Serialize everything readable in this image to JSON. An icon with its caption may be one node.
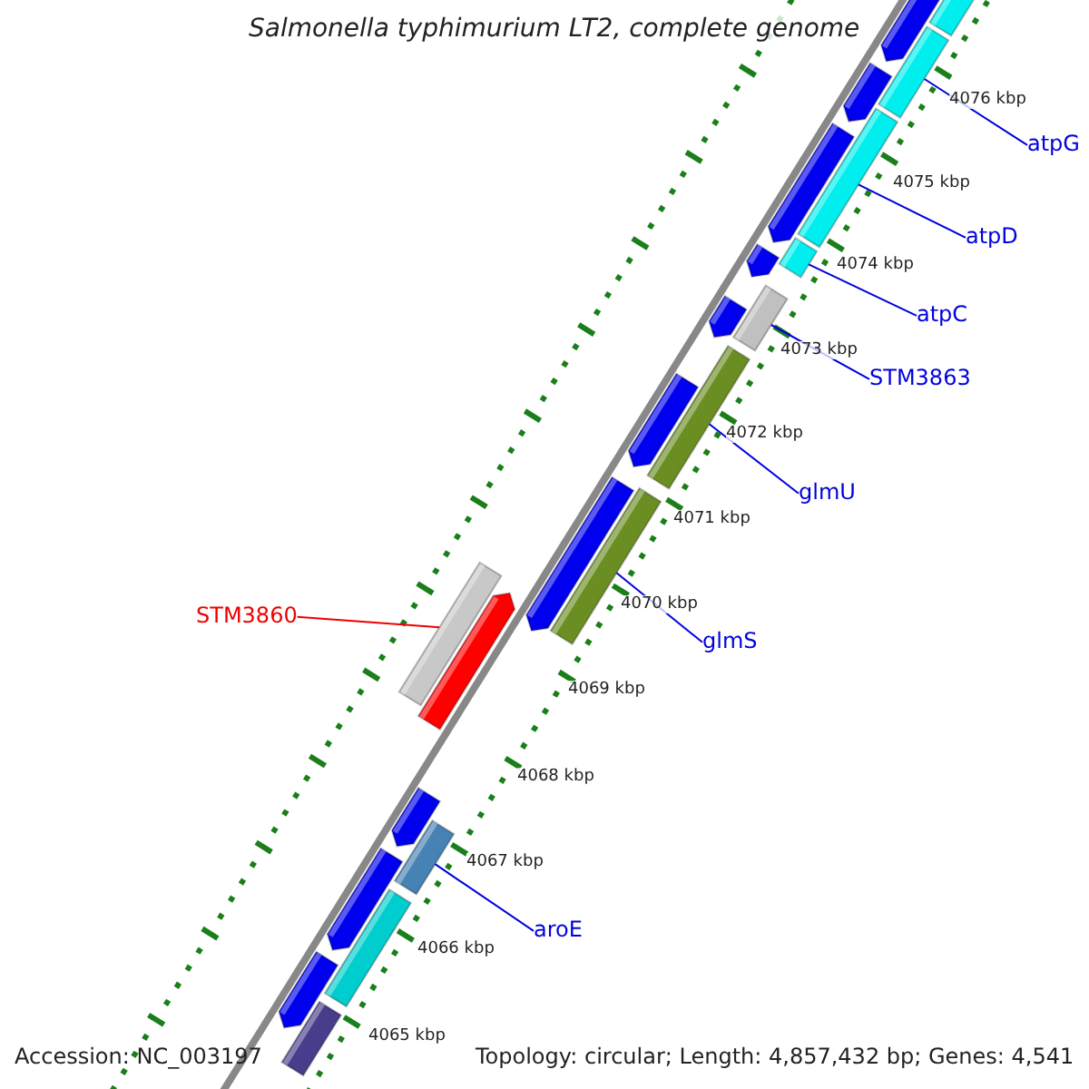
{
  "diagram": {
    "title": "Salmonella typhimurium LT2, complete genome",
    "nodes": [
      {
        "text": [
          "atpG"
        ]
      },
      {
        "text": [],
        "shape": "bar"
      },
      {
        "text": [
          "atpD"
        ]
      },
      {
        "text": [],
        "shape": "bar"
      },
      {
        "text": [
          "atpC"
        ]
      },
      {
        "text": [],
        "shape": "bar"
      },
      {
        "text": [
          "STM3863"
        ]
      },
      {
        "text": [],
        "shape": "bar"
      },
      {
        "text": [
          "glmU"
        ]
      },
      {
        "text": [],
        "shape": "bar"
      },
      {
        "text": [
          "glmS"
        ]
      },
      {
        "text": [],
        "shape": "bar"
      },
      {
        "text": [
          "STM3860"
        ]
      },
      {
        "text": [],
        "shape": "bar"
      },
      {
        "text": [
          "aroE"
        ]
      },
      {
        "text": [],
        "shape": "bar"
      }
    ],
    "edges": [
      {
        "from": 0,
        "to": 1,
        "arrow": "none"
      },
      {
        "from": 2,
        "to": 3,
        "arrow": "none"
      },
      {
        "from": 4,
        "to": 5,
        "arrow": "none"
      },
      {
        "from": 6,
        "to": 7,
        "arrow": "none"
      },
      {
        "from": 8,
        "to": 9,
        "arrow": "none"
      },
      {
        "from": 10,
        "to": 11,
        "arrow": "none"
      },
      {
        "from": 12,
        "to": 13,
        "arrow": "none",
        "color": "#ee0000"
      },
      {
        "from": 14,
        "to": 15,
        "arrow": "none"
      }
    ],
    "labels": [
      "4076 kbp",
      "4075 kbp",
      "4074 kbp",
      "4073 kbp",
      "4072 kbp",
      "4071 kbp",
      "4070 kbp",
      "4069 kbp",
      "4068 kbp",
      "4067 kbp",
      "4066 kbp",
      "4065 kbp",
      "Accession: NC_003197",
      "Topology: circular; Length: 4,857,432 bp; Genes: 4,541"
    ]
  }
}
